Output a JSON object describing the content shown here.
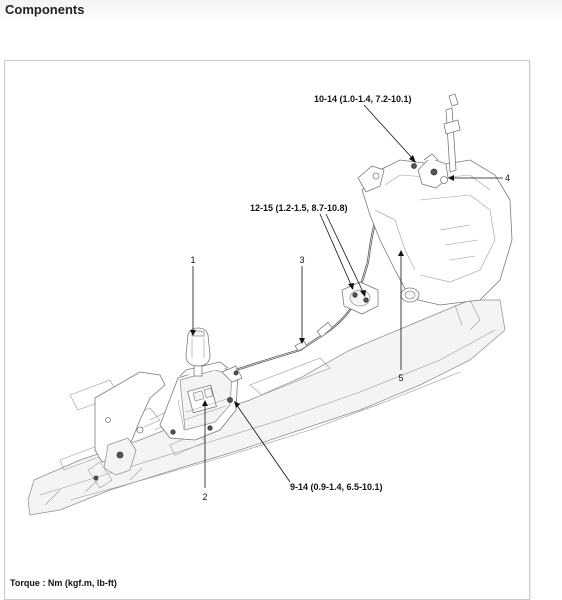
{
  "page": {
    "heading": "Components"
  },
  "figure": {
    "callouts": {
      "item_1": "1",
      "item_2": "2",
      "item_3": "3",
      "item_4": "4",
      "item_5": "5"
    },
    "torque_specs": {
      "cable_bracket_bolt": "10-14 (1.0-1.4, 7.2-10.1)",
      "cable_clip_nuts": "12-15 (1.2-1.5, 8.7-10.8)",
      "lever_base_bolts": "9-14 (0.9-1.4, 6.5-10.1)"
    },
    "torque_note": "Torque : Nm (kgf.m, lb-ft)"
  },
  "colors": {
    "line": "#111111",
    "part_outline": "#7a7a7a",
    "cable": "#555555"
  }
}
